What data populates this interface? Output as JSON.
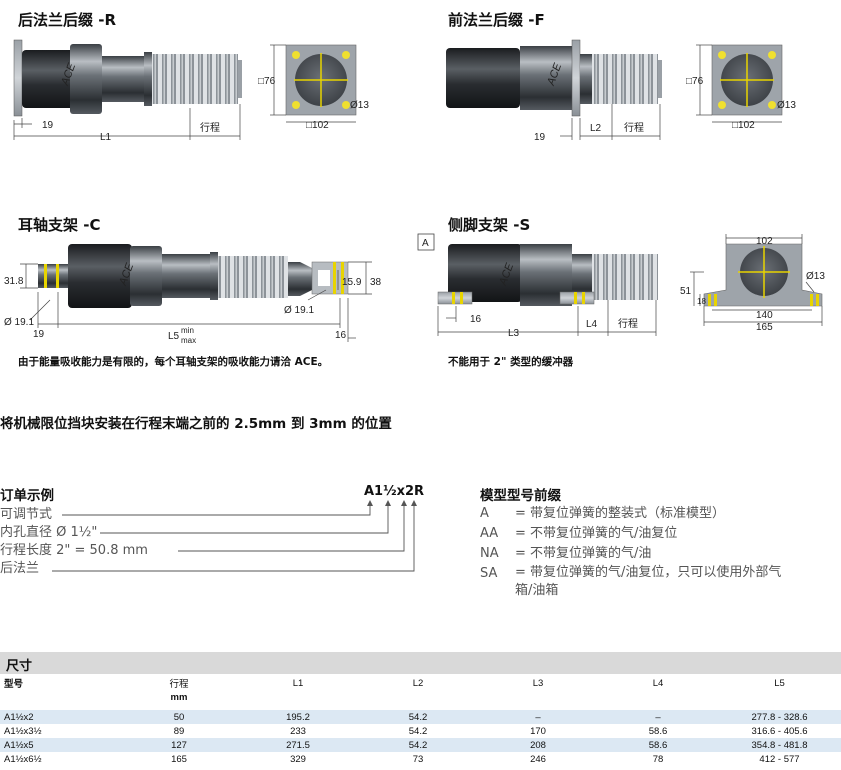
{
  "sections": {
    "rear_flange": "后法兰后缀 -R",
    "front_flange": "前法兰后缀 -F",
    "clevis": "耳轴支架 -C",
    "side_foot": "侧脚支架 -S"
  },
  "brand_text": "ACE",
  "dims": {
    "rear": {
      "d19": "19",
      "L1": "L1",
      "stroke": "行程",
      "sq76": "□76",
      "sq102": "□102",
      "dia13": "Ø13"
    },
    "front": {
      "d19": "19",
      "L2": "L2",
      "stroke": "行程",
      "sq76": "□76",
      "sq102": "□102",
      "dia13": "Ø13"
    },
    "clevis": {
      "d318": "31.8",
      "dia191a": "Ø 19.1",
      "d19": "19",
      "L5": "L5",
      "min": "min",
      "max": "max",
      "d159": "15.9",
      "d38": "38",
      "dia191b": "Ø 19.1",
      "d16": "16"
    },
    "foot": {
      "A_label": "A",
      "d16": "16",
      "L3": "L3",
      "L4": "L4",
      "stroke": "行程",
      "d102": "102",
      "dia13": "Ø13",
      "d51": "51",
      "d18": "18",
      "d140": "140",
      "d165": "165"
    }
  },
  "notes": {
    "clevis_note": "由于能量吸收能力是有限的，每个耳轴支架的吸收能力请洽 ACE。",
    "foot_note": "不能用于 2\" 类型的缓冲器",
    "stop_note": "将机械限位挡块安装在行程末端之前的 2.5mm 到 3mm 的位置"
  },
  "order_example": {
    "title": "订单示例",
    "code": "A1½x2R",
    "lines": [
      "可调节式",
      "内孔直径 Ø 1½\"",
      "行程长度 2\" = 50.8 mm",
      "后法兰"
    ]
  },
  "prefix": {
    "title": "模型型号前缀",
    "items": [
      {
        "key": "A",
        "text": "= 带复位弹簧的整装式（标准模型）"
      },
      {
        "key": "AA",
        "text": "= 不带复位弹簧的气/油复位"
      },
      {
        "key": "NA",
        "text": "= 不带复位弹簧的气/油"
      },
      {
        "key": "SA",
        "text": "= 带复位弹簧的气/油复位，只可以使用外部气箱/油箱"
      }
    ]
  },
  "table": {
    "title": "尺寸",
    "headers": {
      "model": "型号",
      "stroke": "行程",
      "stroke_unit": "mm",
      "L1": "L1",
      "L2": "L2",
      "L3": "L3",
      "L4": "L4",
      "L5": "L5"
    },
    "rows": [
      {
        "model": "A1½x2",
        "stroke": "50",
        "L1": "195.2",
        "L2": "54.2",
        "L3": "–",
        "L4": "–",
        "L5": "277.8 - 328.6"
      },
      {
        "model": "A1½x3½",
        "stroke": "89",
        "L1": "233",
        "L2": "54.2",
        "L3": "170",
        "L4": "58.6",
        "L5": "316.6 - 405.6"
      },
      {
        "model": "A1½x5",
        "stroke": "127",
        "L1": "271.5",
        "L2": "54.2",
        "L3": "208",
        "L4": "58.6",
        "L5": "354.8 - 481.8"
      },
      {
        "model": "A1½x6½",
        "stroke": "165",
        "L1": "329",
        "L2": "73",
        "L3": "246",
        "L4": "78",
        "L5": "412   - 577"
      }
    ]
  },
  "colors": {
    "table_header_bg": "#d9d9d9",
    "table_alt_row": "#dce8f3",
    "crosshair": "#e8d400",
    "body_dark": "#2c3035"
  }
}
